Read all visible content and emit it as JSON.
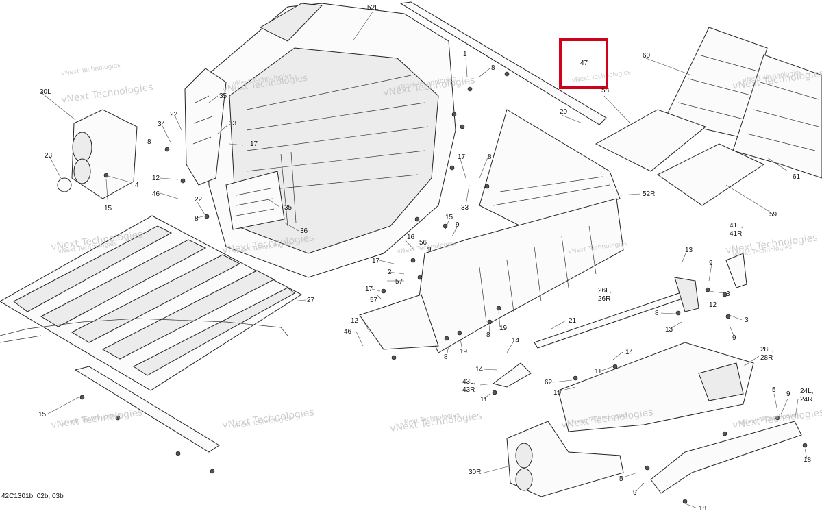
{
  "diagram": {
    "reference_code": "42C1301b, 02b, 03b",
    "watermark": "vNext Technologies",
    "highlight_color": "#d0021b",
    "highlighted_callout": "47",
    "callouts": [
      {
        "id": "52L",
        "text": "52L"
      },
      {
        "id": "1",
        "text": "1"
      },
      {
        "id": "8a",
        "text": "8"
      },
      {
        "id": "47",
        "text": "47"
      },
      {
        "id": "60",
        "text": "60"
      },
      {
        "id": "30L",
        "text": "30L"
      },
      {
        "id": "35a",
        "text": "35"
      },
      {
        "id": "58",
        "text": "58"
      },
      {
        "id": "20",
        "text": "20"
      },
      {
        "id": "22a",
        "text": "22"
      },
      {
        "id": "34",
        "text": "34"
      },
      {
        "id": "33a",
        "text": "33"
      },
      {
        "id": "8b",
        "text": "8"
      },
      {
        "id": "17a",
        "text": "17"
      },
      {
        "id": "23",
        "text": "23"
      },
      {
        "id": "17b",
        "text": "17"
      },
      {
        "id": "8c",
        "text": "8"
      },
      {
        "id": "12a",
        "text": "12"
      },
      {
        "id": "4",
        "text": "4"
      },
      {
        "id": "61",
        "text": "61"
      },
      {
        "id": "46a",
        "text": "46"
      },
      {
        "id": "22b",
        "text": "22"
      },
      {
        "id": "52R",
        "text": "52R"
      },
      {
        "id": "15a",
        "text": "15"
      },
      {
        "id": "8d",
        "text": "8"
      },
      {
        "id": "35b",
        "text": "35"
      },
      {
        "id": "33b",
        "text": "33"
      },
      {
        "id": "59",
        "text": "59"
      },
      {
        "id": "15b",
        "text": "15"
      },
      {
        "id": "9a",
        "text": "9"
      },
      {
        "id": "41",
        "text": "41L,\n41R"
      },
      {
        "id": "36",
        "text": "36"
      },
      {
        "id": "16",
        "text": "16"
      },
      {
        "id": "56",
        "text": "56"
      },
      {
        "id": "9b",
        "text": "9"
      },
      {
        "id": "13a",
        "text": "13"
      },
      {
        "id": "17c",
        "text": "17"
      },
      {
        "id": "9c",
        "text": "9"
      },
      {
        "id": "2",
        "text": "2"
      },
      {
        "id": "57a",
        "text": "57"
      },
      {
        "id": "12b",
        "text": "12"
      },
      {
        "id": "3a",
        "text": "3"
      },
      {
        "id": "27",
        "text": "27"
      },
      {
        "id": "17d",
        "text": "17"
      },
      {
        "id": "26",
        "text": "26L,\n26R"
      },
      {
        "id": "57b",
        "text": "57"
      },
      {
        "id": "8e",
        "text": "8"
      },
      {
        "id": "3b",
        "text": "3"
      },
      {
        "id": "21",
        "text": "21"
      },
      {
        "id": "19a",
        "text": "19"
      },
      {
        "id": "13b",
        "text": "13"
      },
      {
        "id": "12c",
        "text": "12"
      },
      {
        "id": "8f",
        "text": "8"
      },
      {
        "id": "9d",
        "text": "9"
      },
      {
        "id": "46b",
        "text": "46"
      },
      {
        "id": "14a",
        "text": "14"
      },
      {
        "id": "19b",
        "text": "19"
      },
      {
        "id": "8g",
        "text": "8"
      },
      {
        "id": "28",
        "text": "28L,\n28R"
      },
      {
        "id": "14b",
        "text": "14"
      },
      {
        "id": "11a",
        "text": "11"
      },
      {
        "id": "14c",
        "text": "14"
      },
      {
        "id": "43",
        "text": "43L,\n43R"
      },
      {
        "id": "62",
        "text": "62"
      },
      {
        "id": "10",
        "text": "10"
      },
      {
        "id": "11b",
        "text": "11"
      },
      {
        "id": "5a",
        "text": "5"
      },
      {
        "id": "9e",
        "text": "9"
      },
      {
        "id": "24",
        "text": "24L,\n24R"
      },
      {
        "id": "15c",
        "text": "15"
      },
      {
        "id": "30R",
        "text": "30R"
      },
      {
        "id": "5b",
        "text": "5"
      },
      {
        "id": "18a",
        "text": "18"
      },
      {
        "id": "9f",
        "text": "9"
      },
      {
        "id": "18b",
        "text": "18"
      }
    ]
  }
}
